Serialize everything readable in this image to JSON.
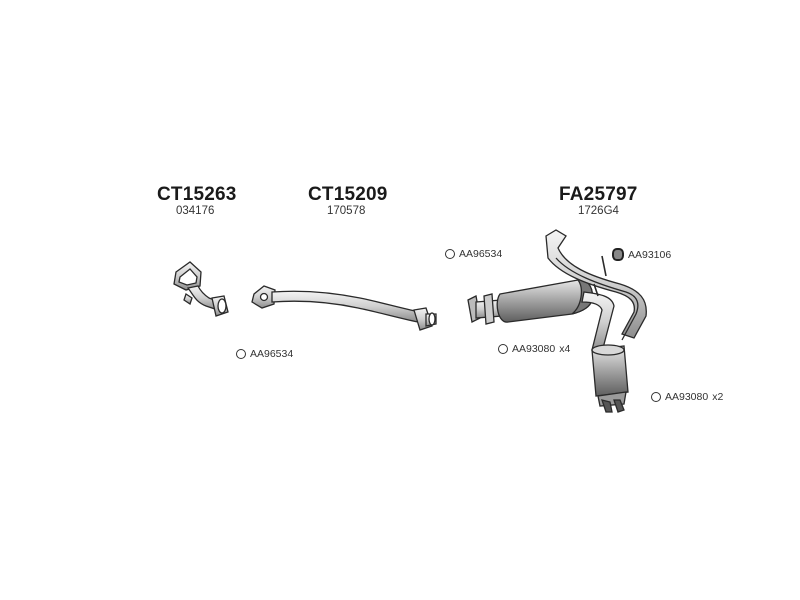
{
  "parts": [
    {
      "code": "CT15263",
      "oem": "034176"
    },
    {
      "code": "CT15209",
      "oem": "170578"
    },
    {
      "code": "FA25797",
      "oem": "1726G4"
    }
  ],
  "accessories": [
    {
      "ref": "AA96534",
      "qty": ""
    },
    {
      "ref": "AA96534",
      "qty": ""
    },
    {
      "ref": "AA93106",
      "qty": ""
    },
    {
      "ref": "AA93080",
      "qty": "x4"
    },
    {
      "ref": "AA93080",
      "qty": "x2"
    }
  ]
}
